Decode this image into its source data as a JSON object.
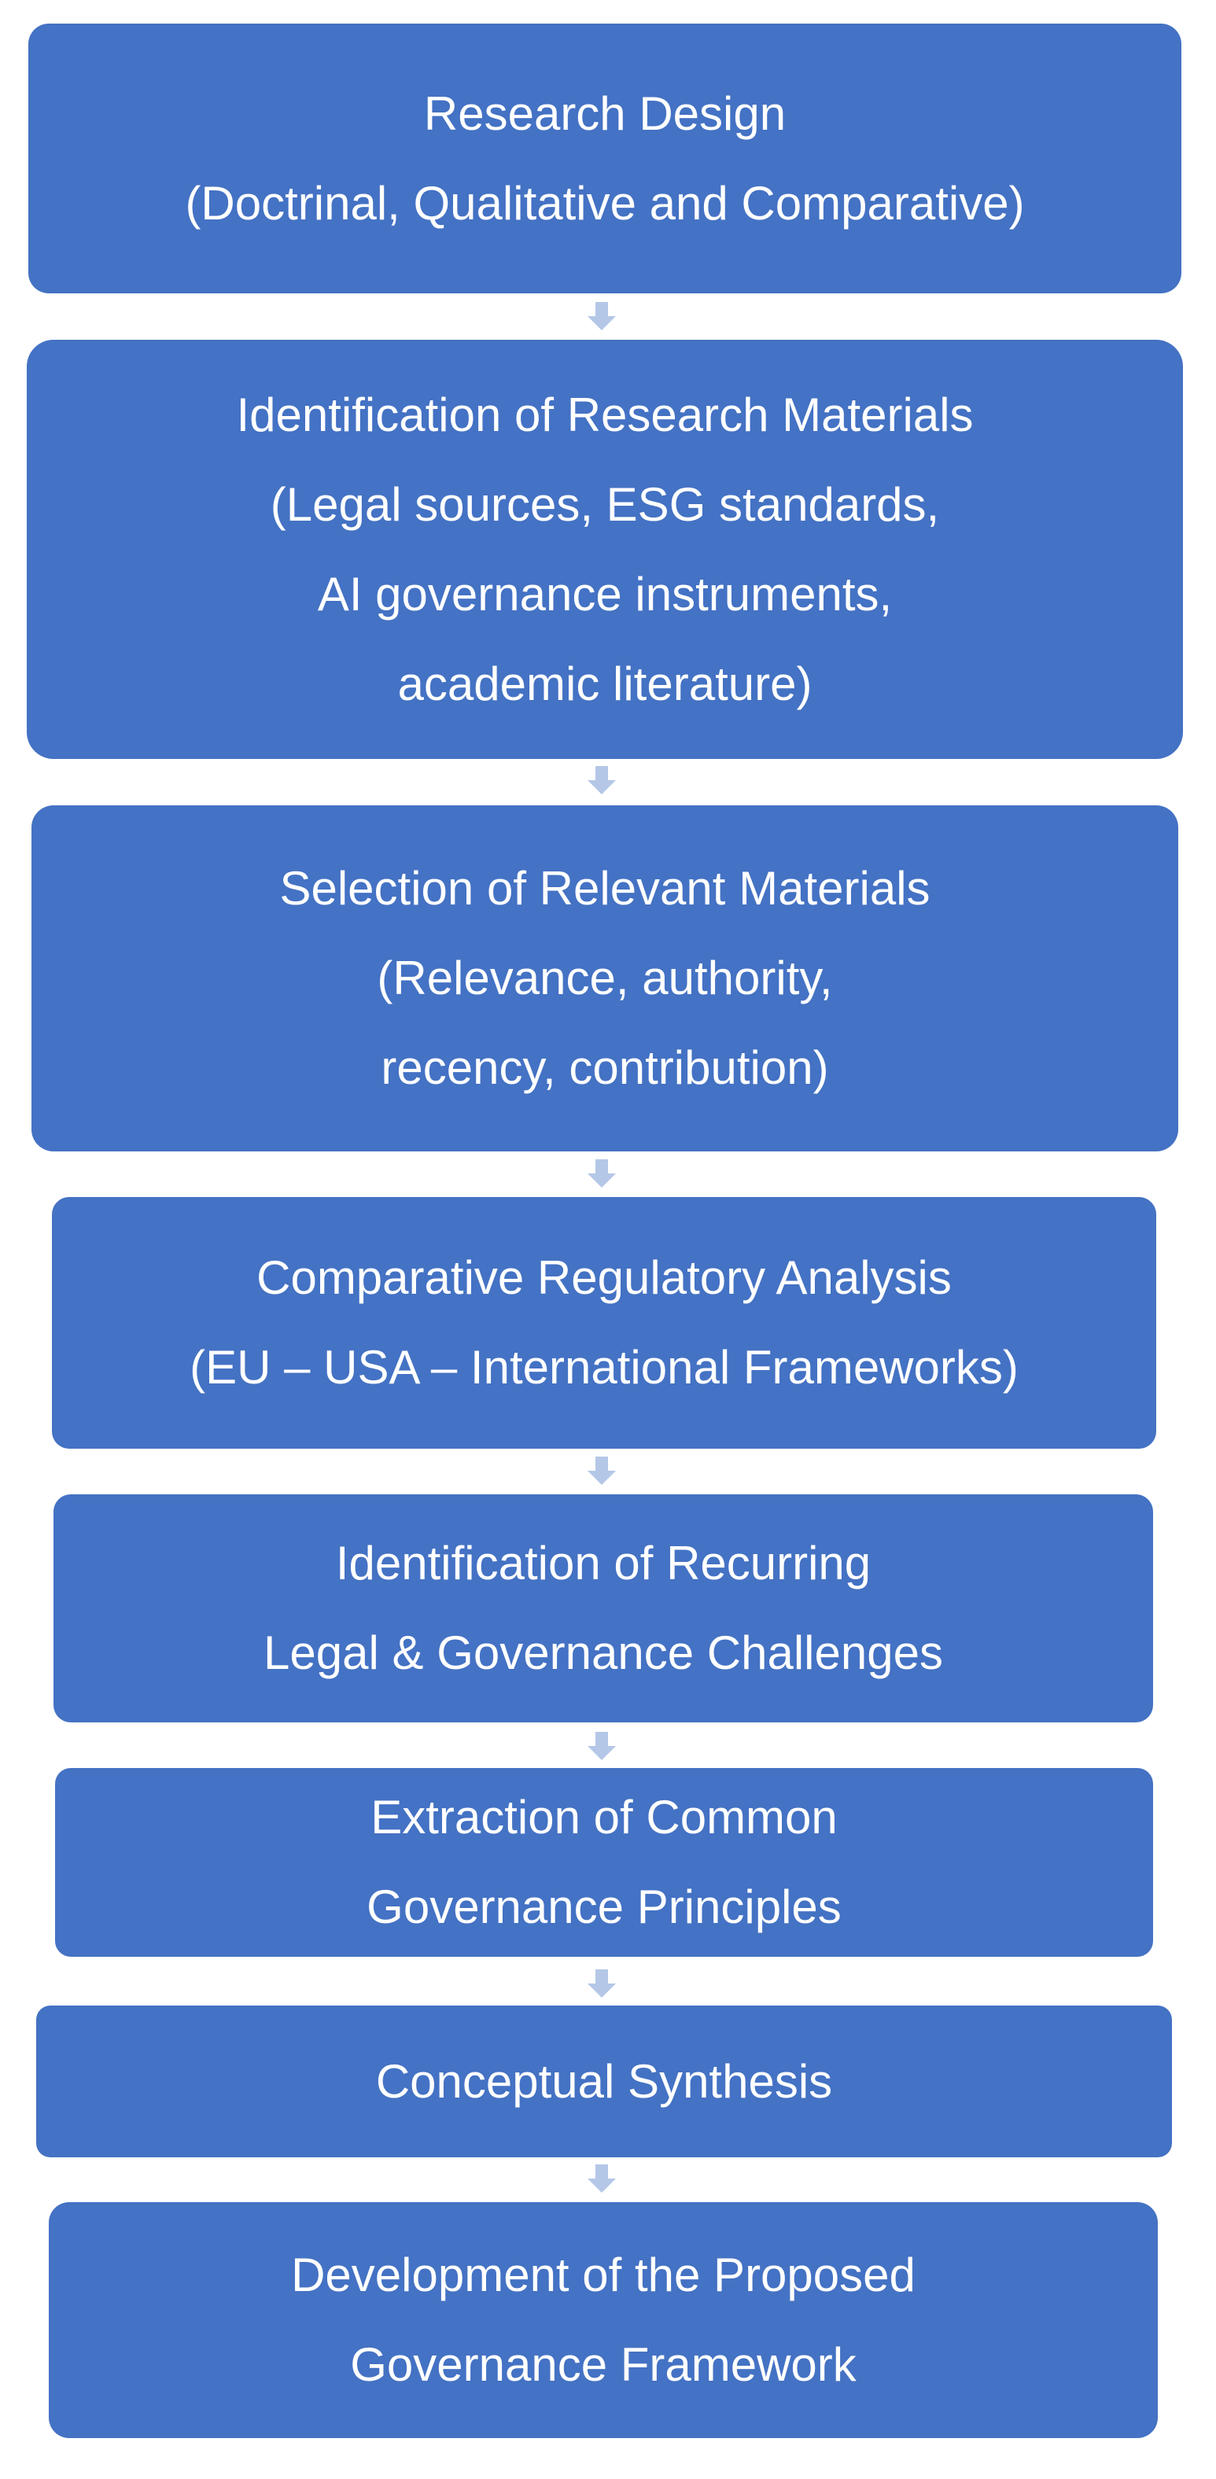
{
  "flowchart": {
    "arrow_color": "#B4C7E7",
    "box_color": "#4472C4",
    "text_color": "#FFFFFF",
    "steps": [
      {
        "lines": [
          "Research Design",
          "(Doctrinal, Qualitative and Comparative)"
        ]
      },
      {
        "lines": [
          "Identification of Research Materials",
          "(Legal sources, ESG standards,",
          "AI governance instruments,",
          "academic literature)"
        ]
      },
      {
        "lines": [
          "Selection of Relevant Materials",
          "(Relevance, authority,",
          "recency, contribution)"
        ]
      },
      {
        "lines": [
          "Comparative Regulatory Analysis",
          "(EU – USA – International Frameworks)"
        ]
      },
      {
        "lines": [
          "Identification of Recurring",
          "Legal & Governance Challenges"
        ]
      },
      {
        "lines": [
          "Extraction of Common",
          "Governance Principles"
        ]
      },
      {
        "lines": [
          "Conceptual Synthesis"
        ]
      },
      {
        "lines": [
          "Development of the Proposed",
          "Governance Framework"
        ]
      }
    ]
  }
}
